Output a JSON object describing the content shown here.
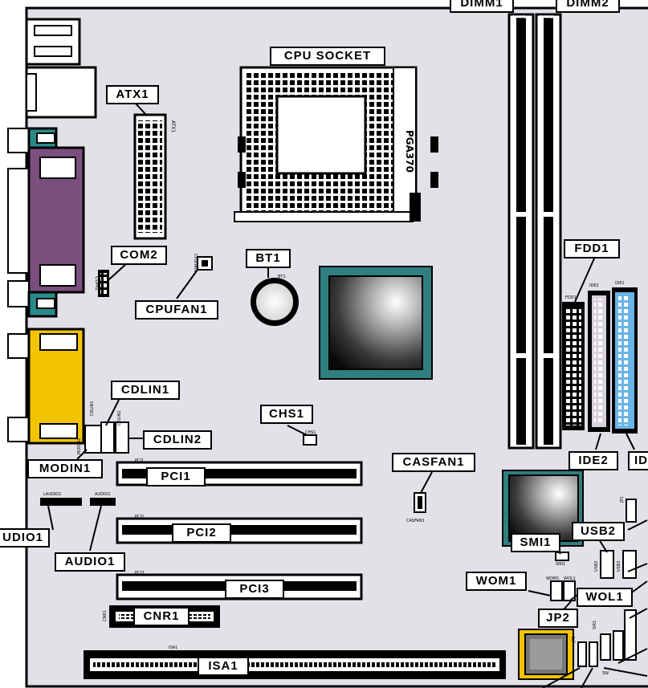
{
  "title": "Motherboard layout",
  "labels": {
    "dimm1": "DIMM1",
    "dimm2": "DIMM2",
    "cpu_socket": "CPU SOCKET",
    "atx1": "ATX1",
    "com2": "COM2",
    "bt1": "BT1",
    "cpufan1": "CPUFAN1",
    "fdd1": "FDD1",
    "cdlin1": "CDLIN1",
    "cdlin2": "CDLIN2",
    "chs1": "CHS1",
    "modin1": "MODIN1",
    "pci1": "PCI1",
    "casfan1": "CASFAN1",
    "ide2": "IDE2",
    "ide1": "ID",
    "audio1_left": "UDIO1",
    "pci2": "PCI2",
    "smi1": "SMI1",
    "usb2": "USB2",
    "audio1": "AUDIO1",
    "wom1": "WOM1",
    "pci3": "PCI3",
    "wol1": "WOL1",
    "jp2": "JP2",
    "cnr1": "CNR1",
    "isa1": "ISA1"
  },
  "silkscreen": {
    "socket_text": "PGA370",
    "atx": "ATX1",
    "com2": "COM2",
    "cpufan": "CPUFAN1",
    "bt": "BT1",
    "fdd": "FDD1",
    "ide2": "IDE2",
    "ide1": "IDE1",
    "dimm1": "DIMM1",
    "dimm2": "DIMM2",
    "cdlin1": "CDLIN1",
    "cdlin2": "CDLIN2",
    "modin": "MODIN1",
    "chs": "CHS1",
    "pci1": "PCI1",
    "pci2": "PCI2",
    "pci3": "PCI3",
    "casfan": "CASFAN1",
    "laudio": "LAUDIO1",
    "audio": "AUDIO1",
    "smi": "SMI1",
    "usb2": "USB2",
    "usb3": "USB3",
    "jp1": "JP1",
    "wom": "WOM1",
    "wol": "WOL1",
    "cnr": "CNR1",
    "isa": "ISA1",
    "sir": "SIR1",
    "jp2": "JP2",
    "sw": "SW"
  },
  "colors": {
    "board": "#e3e0e8",
    "purple": "#7a4f7e",
    "teal": "#2a8a8a",
    "yellow": "#f2c400",
    "blue_ide": "#6ab4e6",
    "chip_edge": "#2f7f80"
  }
}
